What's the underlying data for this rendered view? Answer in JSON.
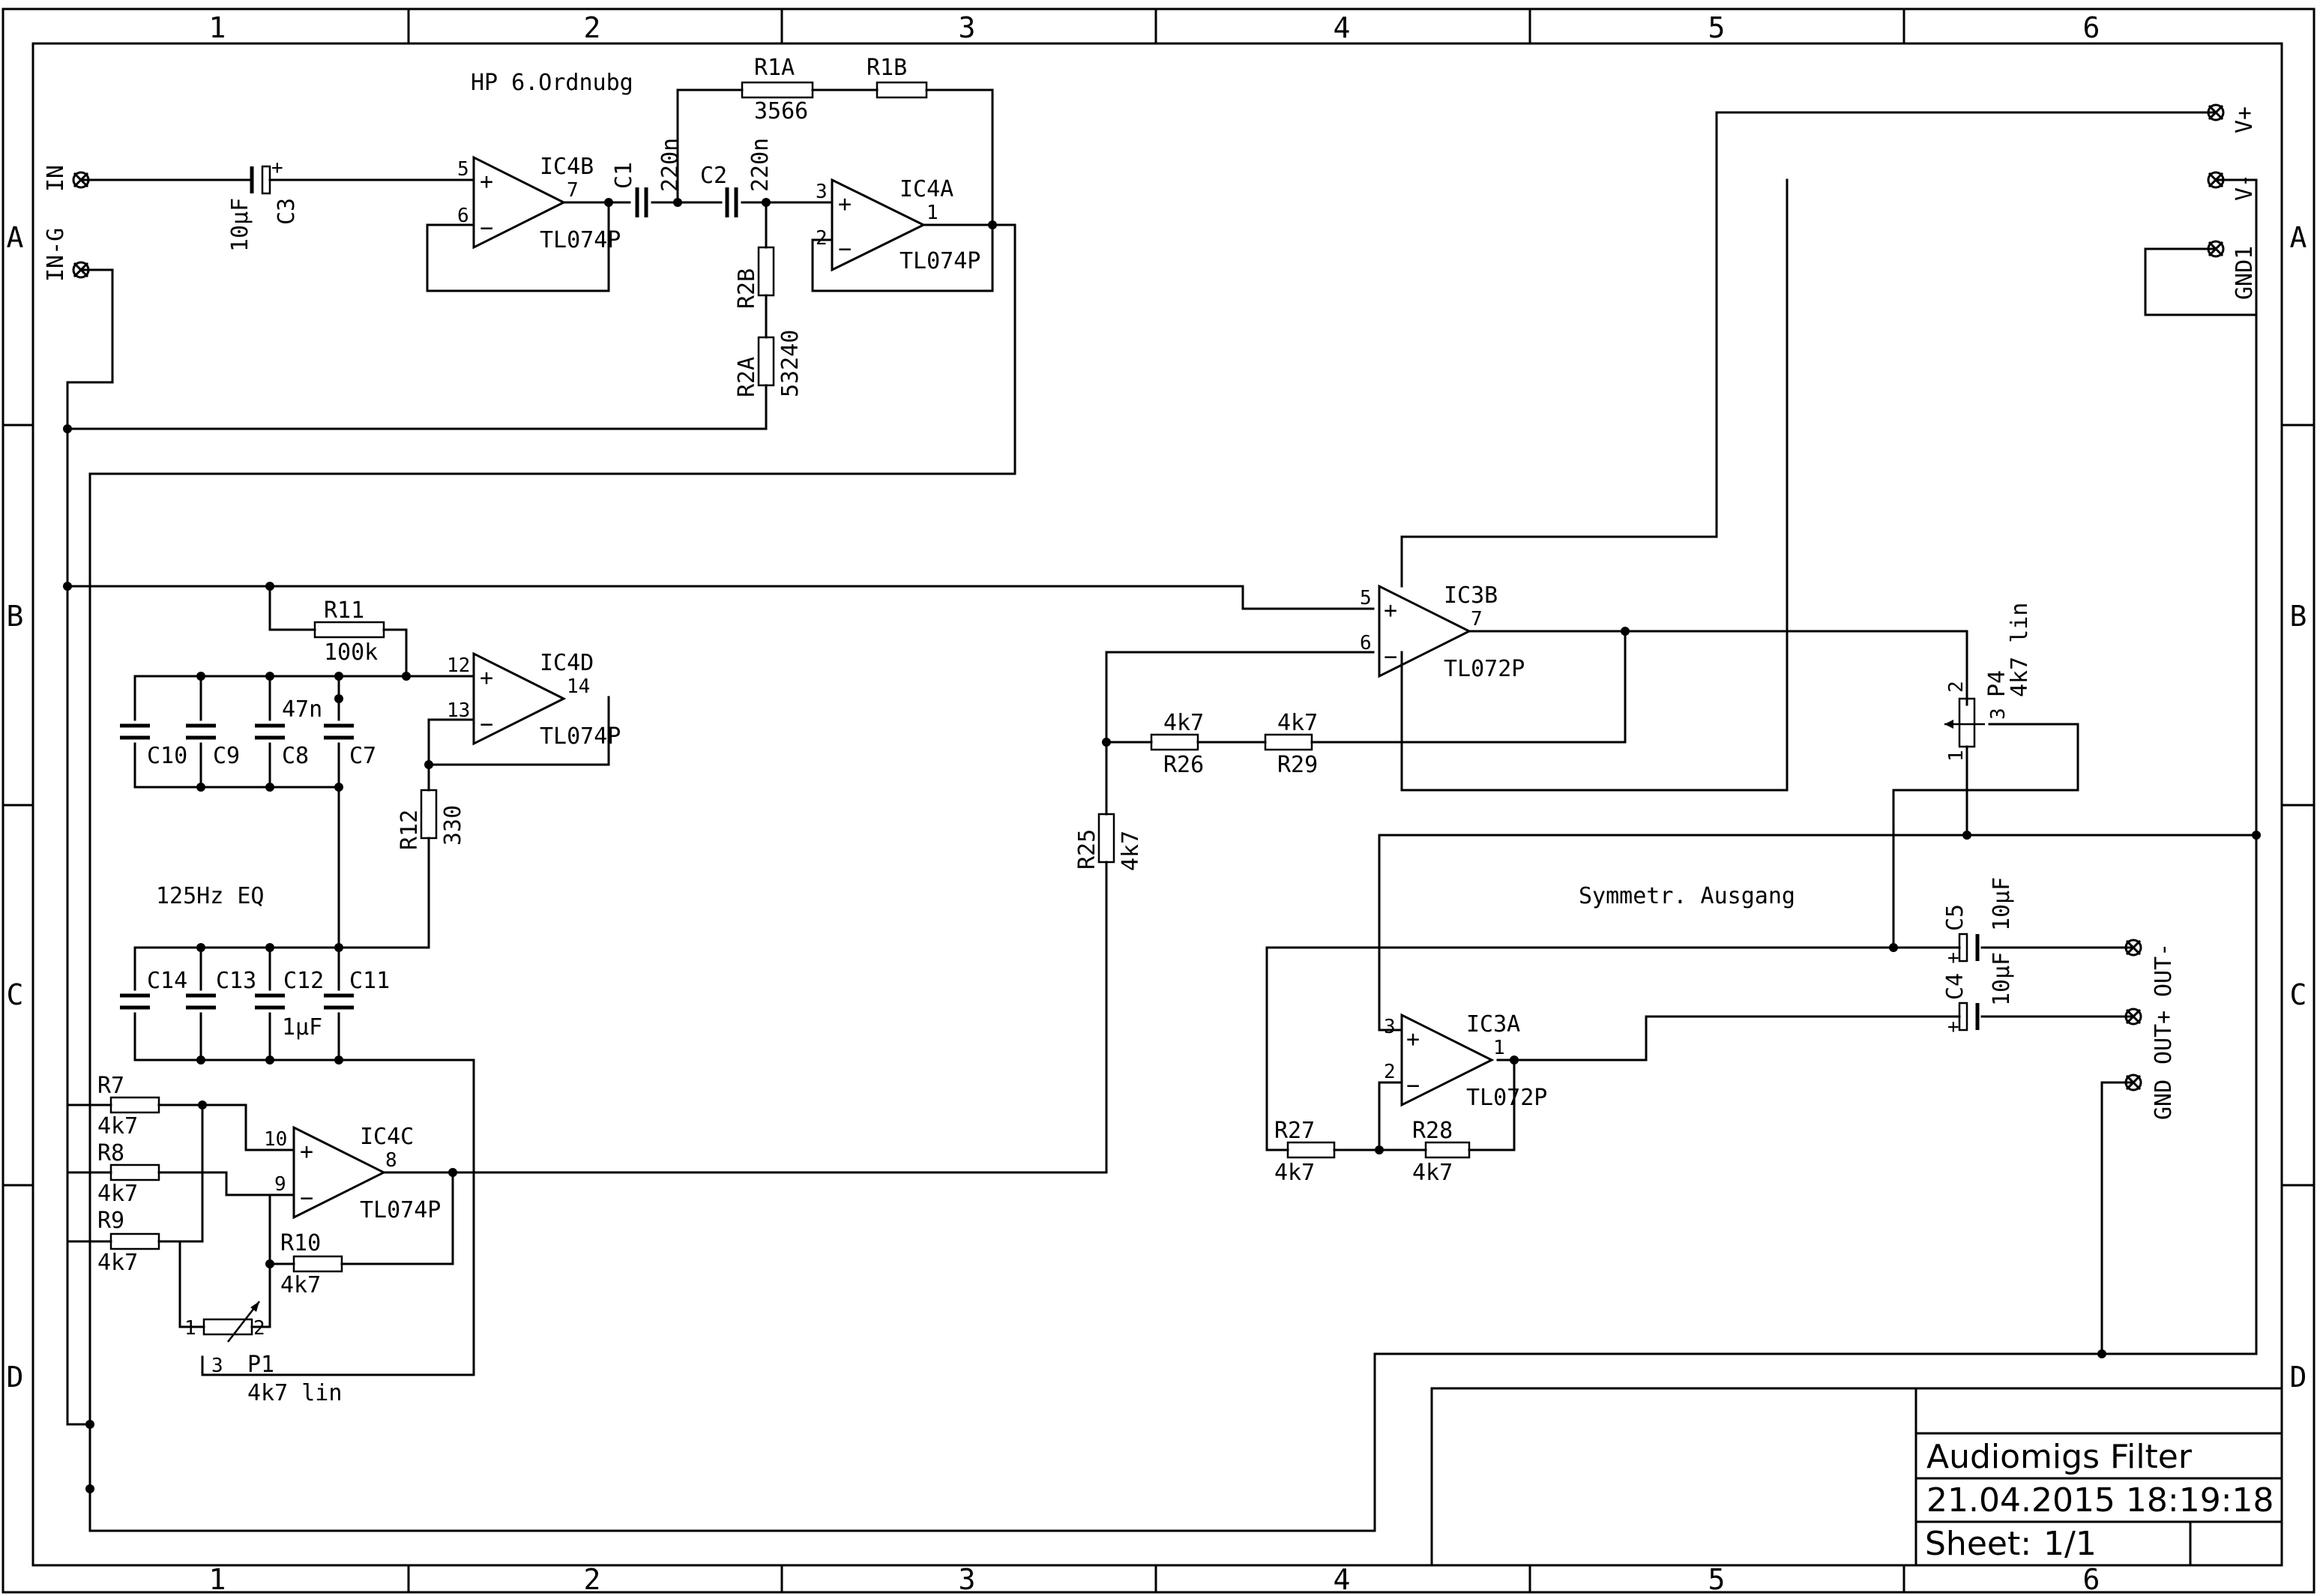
{
  "frame": {
    "columns": [
      "1",
      "2",
      "3",
      "4",
      "5",
      "6"
    ],
    "rows": [
      "A",
      "B",
      "C",
      "D"
    ]
  },
  "title_block": {
    "title": "Audiomigs Filter",
    "datetime": "21.04.2015 18:19:18",
    "sheet_label": "Sheet:",
    "sheet_value": "1/1"
  },
  "notes": {
    "hp": "HP 6.Ordnubg",
    "eq": "125Hz EQ",
    "sym": "Symmetr. Ausgang"
  },
  "connectors": {
    "in": "IN",
    "in_g": "IN-G",
    "vplus": "V+",
    "vminus": "V-",
    "gnd1": "GND1",
    "out_minus": "OUT-",
    "out_plus": "OUT+",
    "gnd": "GND"
  },
  "opamps": {
    "ic4b": {
      "name": "IC4B",
      "value": "TL074P",
      "pin_plus": "5",
      "pin_minus": "6",
      "pin_out": "7"
    },
    "ic4a": {
      "name": "IC4A",
      "value": "TL074P",
      "pin_plus": "3",
      "pin_minus": "2",
      "pin_out": "1"
    },
    "ic4d": {
      "name": "IC4D",
      "value": "TL074P",
      "pin_plus": "12",
      "pin_minus": "13",
      "pin_out": "14"
    },
    "ic4c": {
      "name": "IC4C",
      "value": "TL074P",
      "pin_plus": "10",
      "pin_minus": "9",
      "pin_out": "8"
    },
    "ic3b": {
      "name": "IC3B",
      "value": "TL072P",
      "pin_plus": "5",
      "pin_minus": "6",
      "pin_out": "7"
    },
    "ic3a": {
      "name": "IC3A",
      "value": "TL072P",
      "pin_plus": "3",
      "pin_minus": "2",
      "pin_out": "1"
    }
  },
  "components": {
    "c3": {
      "name": "C3",
      "value": "10µF"
    },
    "c1": {
      "name": "C1",
      "value": "220n"
    },
    "c2": {
      "name": "C2",
      "value": "220n"
    },
    "r1a": {
      "name": "R1A",
      "value": "3566"
    },
    "r1b": {
      "name": "R1B"
    },
    "r2b": {
      "name": "R2B"
    },
    "r2a": {
      "name": "R2A",
      "value": "53240"
    },
    "r11": {
      "name": "R11",
      "value": "100k"
    },
    "r12": {
      "name": "R12",
      "value": "330"
    },
    "c10": {
      "name": "C10"
    },
    "c9": {
      "name": "C9"
    },
    "c8": {
      "name": "C8",
      "value": "47n"
    },
    "c7": {
      "name": "C7"
    },
    "c14": {
      "name": "C14"
    },
    "c13": {
      "name": "C13"
    },
    "c12": {
      "name": "C12",
      "value": "1µF"
    },
    "c11": {
      "name": "C11"
    },
    "r7": {
      "name": "R7",
      "value": "4k7"
    },
    "r8": {
      "name": "R8",
      "value": "4k7"
    },
    "r9": {
      "name": "R9",
      "value": "4k7"
    },
    "r10": {
      "name": "R10",
      "value": "4k7"
    },
    "p1": {
      "name": "P1",
      "value": "4k7 lin",
      "pin1": "1",
      "pin2": "2",
      "pin3": "3"
    },
    "r25": {
      "name": "R25",
      "value": "4k7"
    },
    "r26": {
      "name": "R26",
      "value": "4k7"
    },
    "r29": {
      "name": "R29",
      "value": "4k7"
    },
    "p4": {
      "name": "P4",
      "value": "4k7 lin",
      "pin1": "1",
      "pin2": "2",
      "pin3": "3"
    },
    "c5": {
      "name": "C5",
      "value": "10µF"
    },
    "c4": {
      "name": "C4",
      "value": "10µF"
    },
    "r27": {
      "name": "R27",
      "value": "4k7"
    },
    "r28": {
      "name": "R28",
      "value": "4k7"
    }
  }
}
